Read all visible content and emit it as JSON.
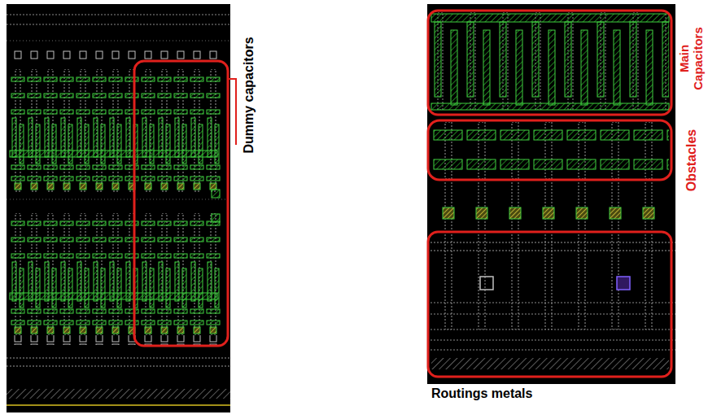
{
  "diagram": {
    "labels": [
      "Dummy capacitors",
      "Main Capacitors",
      "Obstacles",
      "Routings metals"
    ]
  }
}
